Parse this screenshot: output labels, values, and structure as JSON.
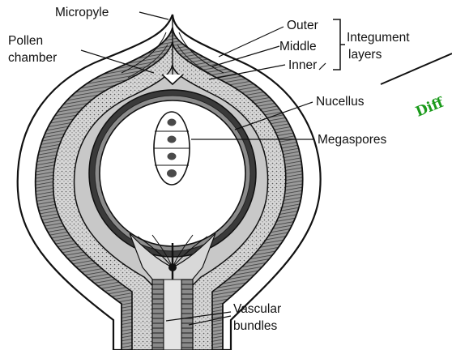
{
  "labels": {
    "micropyle": "Micropyle",
    "pollen_chamber_1": "Pollen",
    "pollen_chamber_2": "chamber",
    "outer": "Outer",
    "middle": "Middle",
    "inner": "Inner",
    "integument_1": "Integument",
    "integument_2": "layers",
    "nucellus": "Nucellus",
    "megaspores": "Megaspores",
    "vascular_1": "Vascular",
    "vascular_2": "bundles"
  },
  "overlay": {
    "text": "Diff",
    "color": "#1a9a1a"
  },
  "colors": {
    "ink": "#111111",
    "shade_dark": "#4a4a4a",
    "shade_mid": "#7a7a7a",
    "shade_light": "#b4b4b4",
    "stamp": "#1a9a1a"
  }
}
